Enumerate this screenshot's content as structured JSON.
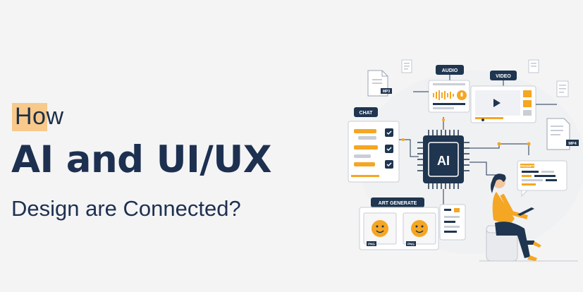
{
  "headline": {
    "how": "How",
    "main": "AI and UI/UX",
    "sub": "Design are Connected?"
  },
  "illustration": {
    "tags": {
      "audio": "AUDIO",
      "video": "VIDEO",
      "chat": "CHAT",
      "art_generate": "ART GENERATE",
      "ai_chip": "AI",
      "prompt": "PROMPT"
    },
    "file_labels": {
      "mp3": "MP3",
      "mp4": "MP4",
      "png_1": "PNG",
      "png_2": "PNG"
    }
  },
  "colors": {
    "navy": "#1f3550",
    "orange": "#f5a623",
    "background": "#f4f4f5"
  }
}
